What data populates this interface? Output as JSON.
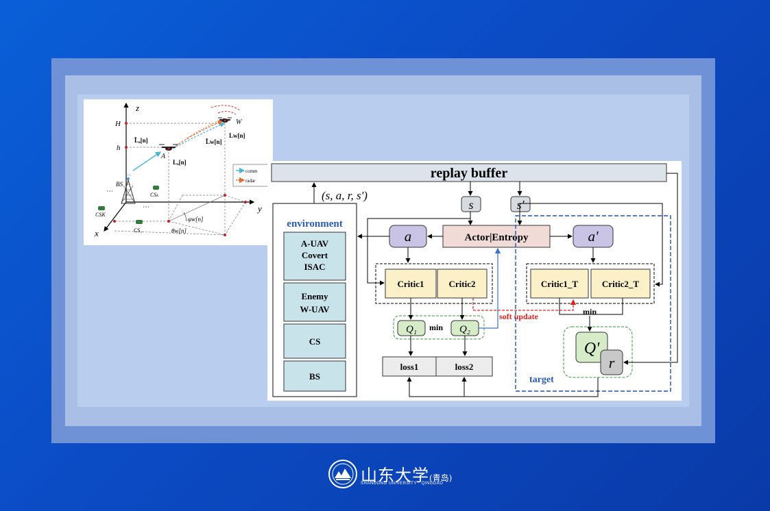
{
  "geometry": {
    "axes": {
      "z": "z",
      "y": "y",
      "x": "x"
    },
    "heights": {
      "H": "H",
      "h": "h"
    },
    "nodes": {
      "W": "W",
      "A": "A",
      "BS": "BS",
      "CSk": "CSₖ",
      "CSK": "CSK",
      "CS1": "CS₁"
    },
    "vectors": {
      "La_hat": "L̂ₐ[n]",
      "La": "Lₐ[n]",
      "Lw_hat": "L̂w[n]",
      "Lw": "Lw[n]"
    },
    "angles": {
      "phi": "φw[n]",
      "theta": "θw[n]"
    },
    "legend": {
      "comm": "comm",
      "radar": "radar"
    },
    "dots": "⋯"
  },
  "flow": {
    "replay_buffer": "replay buffer",
    "tuple": "(s, a, r, s')",
    "s": "s",
    "s_prime": "s'",
    "a": "a",
    "a_prime": "a'",
    "actor": "Actor|Entropy",
    "environment": "environment",
    "env_items": [
      [
        "A-UAV",
        "Covert",
        "ISAC"
      ],
      [
        "Enemy",
        "W-UAV"
      ],
      [
        "CS"
      ],
      [
        "BS"
      ]
    ],
    "critic1": "Critic1",
    "critic2": "Critic2",
    "critic1_t": "Critic1_T",
    "critic2_t": "Critic2_T",
    "q1": "Q₁",
    "q2": "Q₂",
    "min": "min",
    "min_t": "min",
    "soft_update": "soft update",
    "loss1": "loss1",
    "loss2": "loss2",
    "q_prime": "Q'",
    "r": "r",
    "target": "target"
  },
  "footer": {
    "name": "山东大学",
    "campus": "(青岛)",
    "subtitle": "SHANDONG UNIVERSITY · QINGDAO"
  },
  "colors": {
    "background": "#0b4bc4",
    "buffer_fill": "#dde3ea",
    "critic_fill": "#fbf0c8",
    "env_fill": "#c8e3ea",
    "action_fill": "#c9c4e6",
    "actor_fill": "#f1dbd6",
    "q_fill": "#d6ecc8",
    "dashed_blue": "#2050b0",
    "dashed_green": "#3a9a3a",
    "soft_update_red": "#e02020"
  }
}
